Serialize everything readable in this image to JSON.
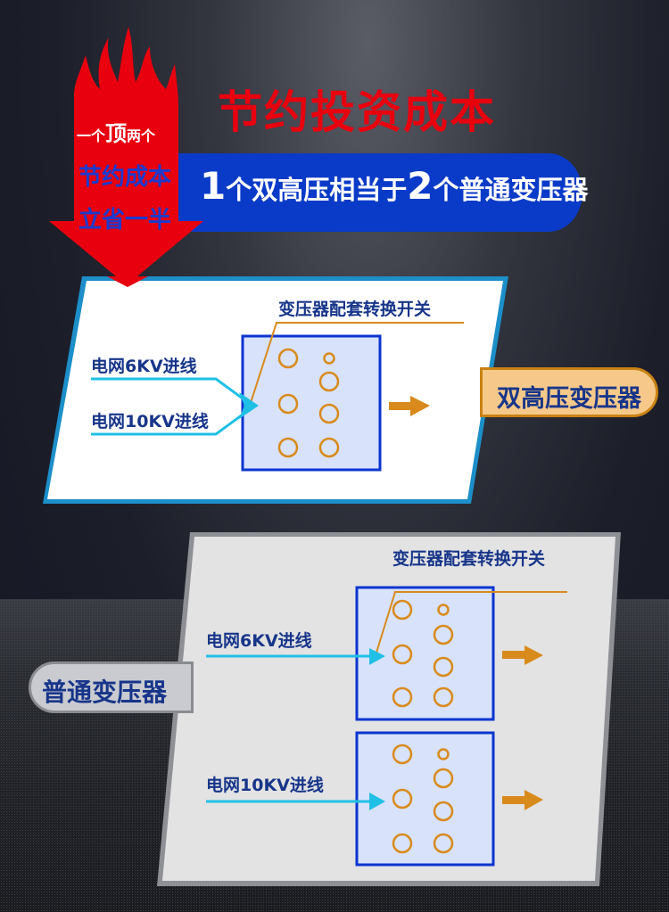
{
  "header": {
    "title": "节约投资成本",
    "banner": {
      "num1": "1",
      "text1": "个双高压相当于",
      "num2": "2",
      "text2": "个普通变压器"
    }
  },
  "flame_arrow": {
    "line1_pre": "一个",
    "line1_big": "顶",
    "line1_post": "两个",
    "line2": "节约成本",
    "line3": "立省一半"
  },
  "panel_dual": {
    "switch_label": "变压器配套转换开关",
    "input_6kv": "电网6KV进线",
    "input_10kv": "电网10KV进线",
    "result_label": "双高压变压器"
  },
  "panel_normal": {
    "switch_label": "变压器配套转换开关",
    "input_6kv": "电网6KV进线",
    "input_10kv": "电网10KV进线",
    "result_label": "普通变压器"
  },
  "colors": {
    "red": "#e8000e",
    "blue_banner": "#0a3bc8",
    "navy_text": "#17358a",
    "cyan": "#20c0e6",
    "orange": "#d98a1c",
    "box_fill": "#d8e2fb",
    "box_border": "#0b35d0"
  }
}
